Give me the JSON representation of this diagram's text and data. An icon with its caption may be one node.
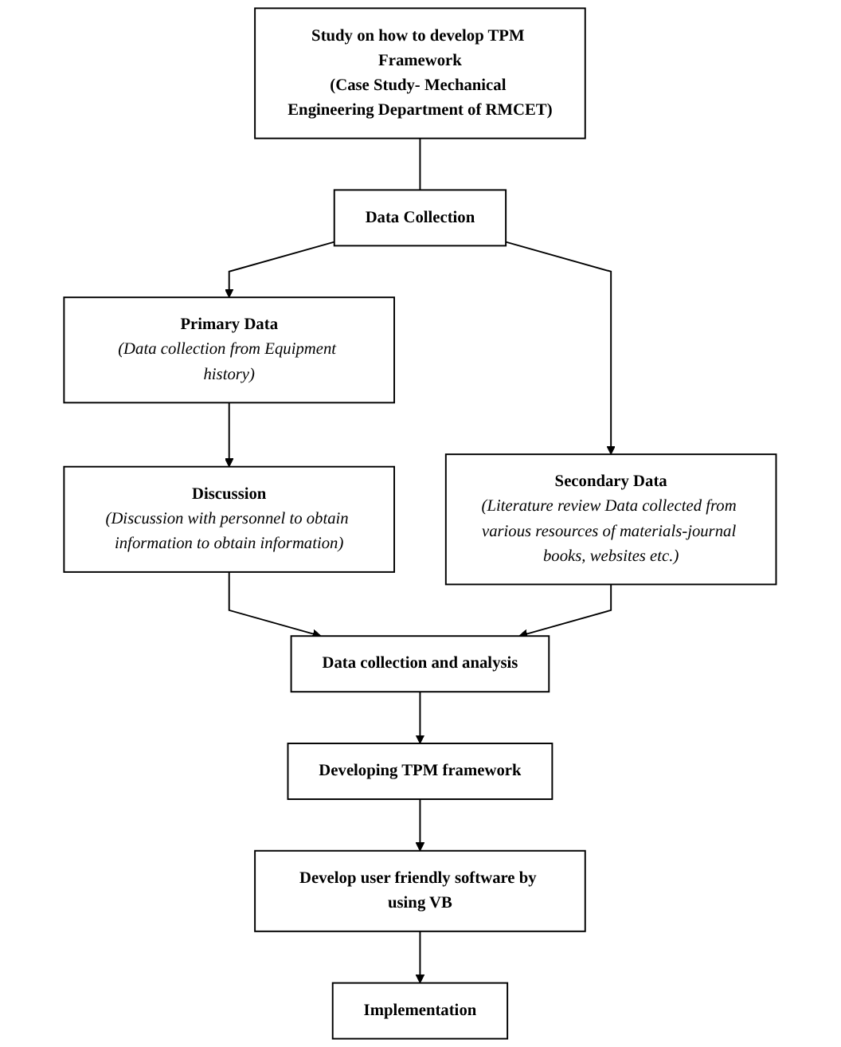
{
  "diagram": {
    "nodes": [
      {
        "text": [
          "Study on how to develop TPM Framework",
          "(Case Study- Mechanical Engineering Department of RMCET)"
        ]
      },
      {
        "text": [
          "Data Collection"
        ]
      },
      {
        "text": [
          "Primary Data",
          "(Data collection from Equipment history)"
        ]
      },
      {
        "text": [
          "Secondary Data",
          "(Literature review Data collected from various resources of materials-journal books, websites etc.)"
        ]
      },
      {
        "text": [
          "Discussion",
          "(Discussion with personnel to obtain information to obtain information)"
        ]
      },
      {
        "text": [
          "Data collection and analysis"
        ]
      },
      {
        "text": [
          "Developing TPM framework"
        ]
      },
      {
        "text": [
          "Develop user friendly software by using VB"
        ]
      },
      {
        "text": [
          "Implementation"
        ]
      }
    ],
    "edges": [
      {
        "from": 0,
        "to": 1,
        "arrow": "none"
      },
      {
        "from": 1,
        "to": 2,
        "arrow": "to"
      },
      {
        "from": 1,
        "to": 3,
        "arrow": "to"
      },
      {
        "from": 2,
        "to": 4,
        "arrow": "to"
      },
      {
        "from": 4,
        "to": 5,
        "arrow": "to"
      },
      {
        "from": 3,
        "to": 5,
        "arrow": "to"
      },
      {
        "from": 5,
        "to": 6,
        "arrow": "to"
      },
      {
        "from": 6,
        "to": 7,
        "arrow": "to"
      },
      {
        "from": 7,
        "to": 8,
        "arrow": "to"
      }
    ]
  }
}
